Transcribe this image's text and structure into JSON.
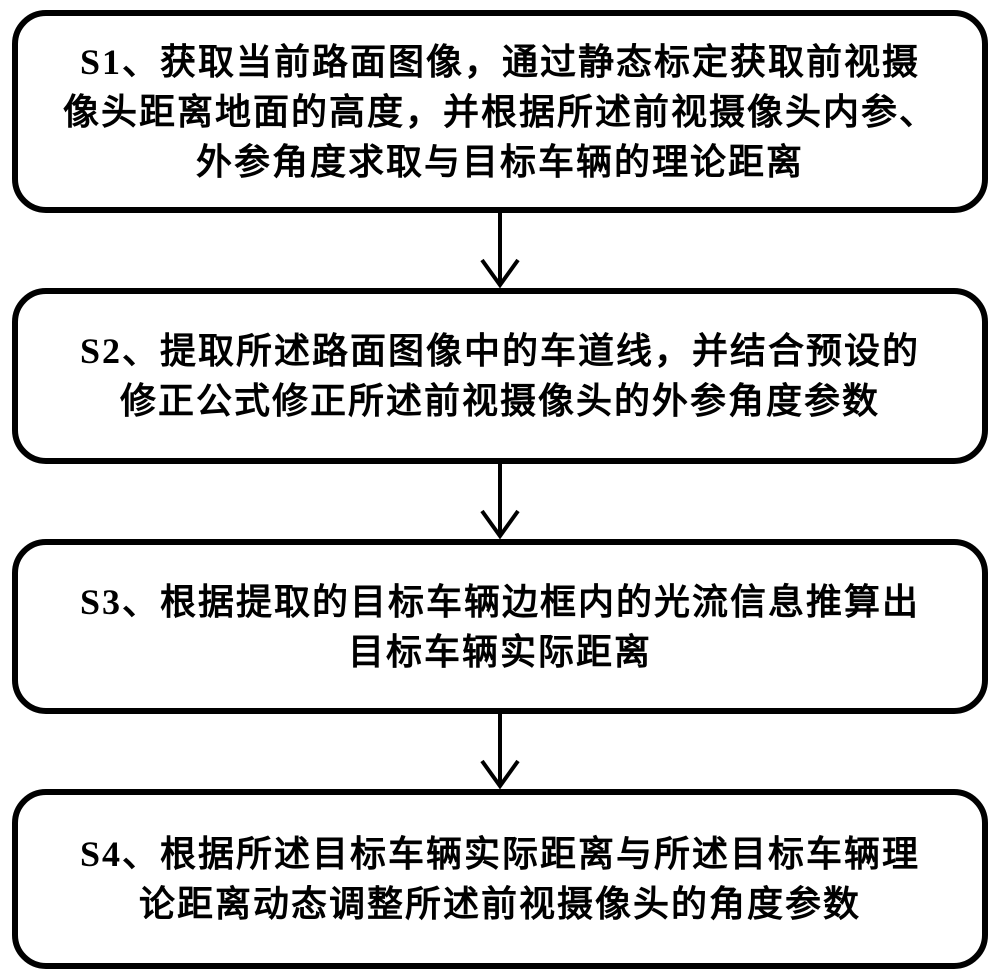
{
  "diagram": {
    "type": "flowchart",
    "direction": "top-to-bottom",
    "colors": {
      "background": "#ffffff",
      "box_border": "#000000",
      "text": "#000000",
      "arrow": "#000000"
    }
  },
  "steps": [
    {
      "id": "S1",
      "lines": [
        "S1、获取当前路面图像，通过静态标定获取前视摄",
        "像头距离地面的高度，并根据所述前视摄像头内参、",
        "外参角度求取与目标车辆的理论距离"
      ]
    },
    {
      "id": "S2",
      "lines": [
        "S2、提取所述路面图像中的车道线，并结合预设的",
        "修正公式修正所述前视摄像头的外参角度参数"
      ]
    },
    {
      "id": "S3",
      "lines": [
        "S3、根据提取的目标车辆边框内的光流信息推算出",
        "目标车辆实际距离"
      ]
    },
    {
      "id": "S4",
      "lines": [
        "S4、根据所述目标车辆实际距离与所述目标车辆理",
        "论距离动态调整所述前视摄像头的角度参数"
      ]
    }
  ],
  "connectors": [
    {
      "from": "S1",
      "to": "S2"
    },
    {
      "from": "S2",
      "to": "S3"
    },
    {
      "from": "S3",
      "to": "S4"
    }
  ]
}
